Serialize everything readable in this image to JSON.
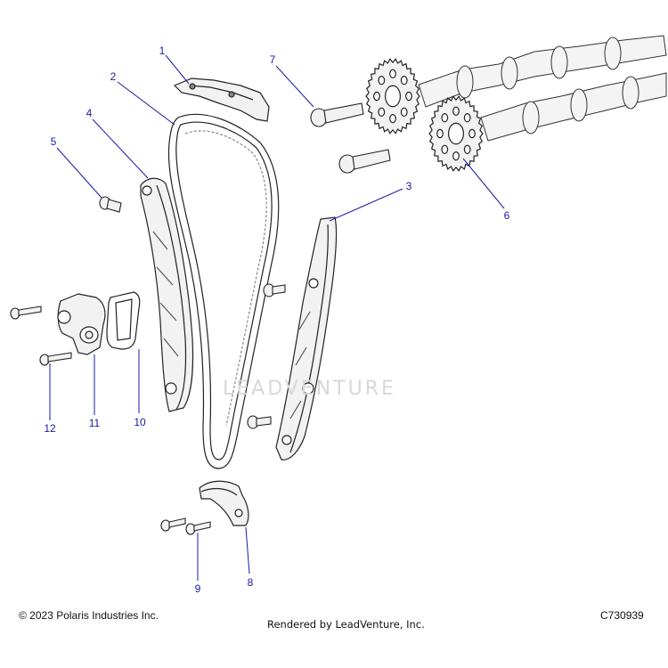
{
  "diagram": {
    "callouts": [
      {
        "label": "1"
      },
      {
        "label": "2"
      },
      {
        "label": "3"
      },
      {
        "label": "4"
      },
      {
        "label": "5"
      },
      {
        "label": "6"
      },
      {
        "label": "7"
      },
      {
        "label": "8"
      },
      {
        "label": "9"
      },
      {
        "label": "10"
      },
      {
        "label": "11"
      },
      {
        "label": "12"
      }
    ],
    "callout_color": "#1a1aa8",
    "leader_color": "#1a1aa8",
    "part_stroke": "#222222",
    "part_fill": "#f2f2f2"
  },
  "watermark": {
    "text": "LEADVENTURE"
  },
  "footer": {
    "copyright": "© 2023 Polaris Industries Inc.",
    "rendered_by": "Rendered by LeadVenture, Inc.",
    "diagram_code": "C730939"
  }
}
